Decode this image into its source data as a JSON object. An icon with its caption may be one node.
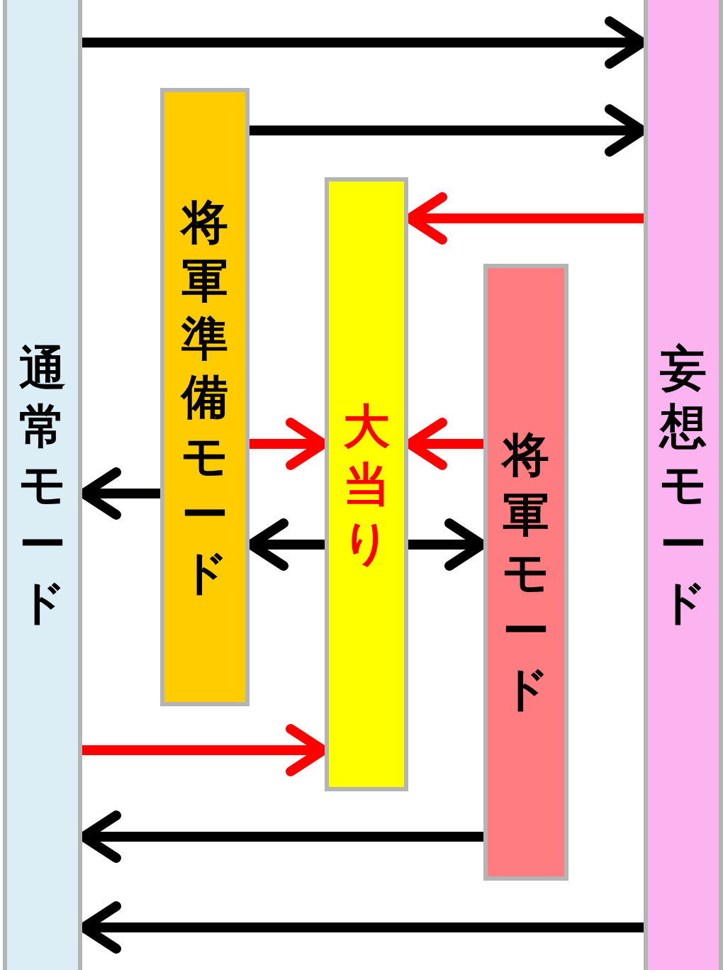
{
  "diagram": {
    "nodes": [
      {
        "text": [
          "通常モード"
        ]
      },
      {
        "text": [
          "将軍準備モード"
        ]
      },
      {
        "text": [
          "大当り"
        ]
      },
      {
        "text": [
          "将軍モード"
        ]
      },
      {
        "text": [
          "妄想モード"
        ]
      }
    ],
    "edges": [
      {
        "from": 0,
        "to": 4,
        "arrow": "to"
      },
      {
        "from": 1,
        "to": 4,
        "arrow": "to"
      },
      {
        "from": 4,
        "to": 2,
        "arrow": "to",
        "color": "#ff0000"
      },
      {
        "from": 1,
        "to": 2,
        "arrow": "to",
        "color": "#ff0000"
      },
      {
        "from": 3,
        "to": 2,
        "arrow": "to",
        "color": "#ff0000"
      },
      {
        "from": 1,
        "to": 0,
        "arrow": "to"
      },
      {
        "from": 2,
        "to": 1,
        "arrow": "to"
      },
      {
        "from": 2,
        "to": 3,
        "arrow": "to"
      },
      {
        "from": 0,
        "to": 2,
        "arrow": "to",
        "color": "#ff0000"
      },
      {
        "from": 3,
        "to": 0,
        "arrow": "to"
      },
      {
        "from": 4,
        "to": 0,
        "arrow": "to"
      }
    ]
  }
}
